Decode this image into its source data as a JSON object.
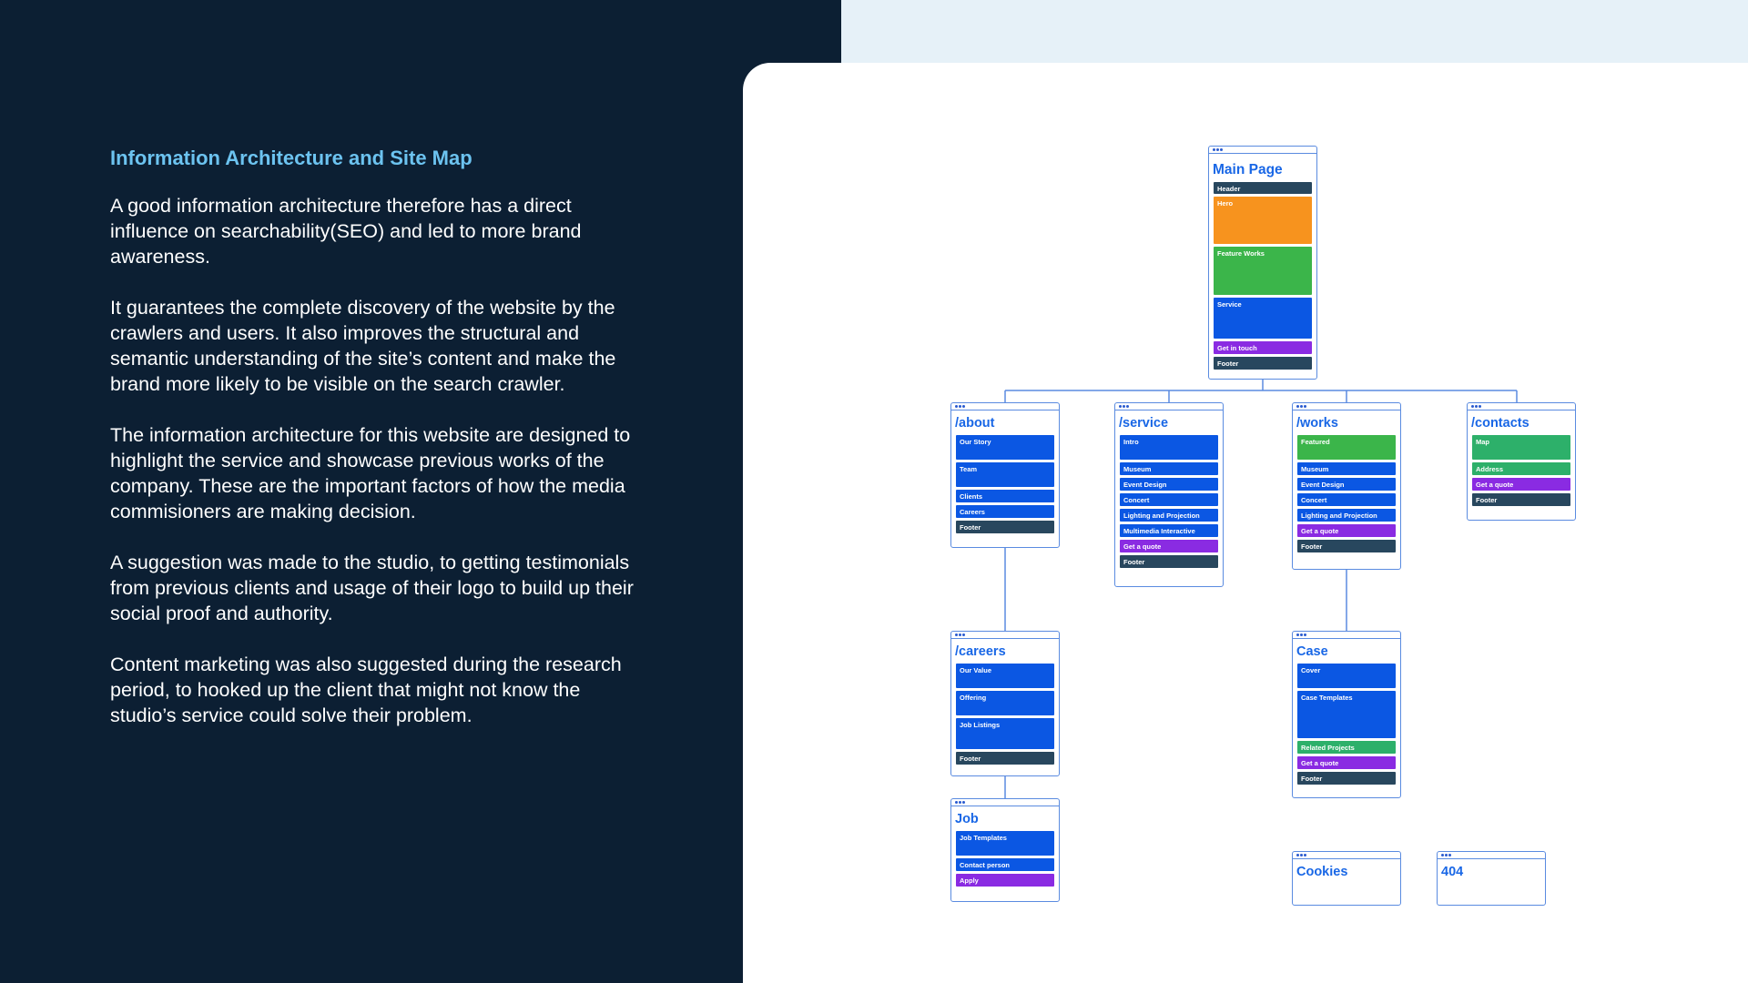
{
  "heading": "Information Architecture and Site Map",
  "paragraphs": [
    "A good information architecture therefore has a direct influence on searchability(SEO) and led to more brand awareness.",
    "It guarantees the complete discovery of the website by the crawlers and users. It also improves the structural and semantic understanding of the site’s content and make the brand more likely to be visible on the search crawler.",
    "The information architecture for this website are designed to highlight the service and showcase previous works of the company. These are the important factors of how the media commisioners are making decision.",
    "A suggestion was made to the studio, to getting testimonials from previous clients and usage of their logo to build up their social proof and authority.",
    "Content marketing was also suggested during the research period, to hooked up the client that might not know the studio’s service could solve their problem."
  ],
  "colors": {
    "navy": "#28475e",
    "blue": "#0b57e3",
    "orange": "#f7931e",
    "green": "#3bb54a",
    "teal": "#2db06a",
    "purple": "#8a2be2"
  },
  "sitemap": {
    "main": {
      "title": "Main Page",
      "blocks": [
        {
          "label": "Header",
          "color": "navy"
        },
        {
          "label": "Hero",
          "color": "orange"
        },
        {
          "label": "Feature Works",
          "color": "green"
        },
        {
          "label": "Service",
          "color": "blue"
        },
        {
          "label": "Get in touch",
          "color": "purple"
        },
        {
          "label": "Footer",
          "color": "navy"
        }
      ]
    },
    "about": {
      "title": "/about",
      "blocks": [
        {
          "label": "Our Story",
          "color": "blue"
        },
        {
          "label": "Team",
          "color": "blue"
        },
        {
          "label": "Clients",
          "color": "blue"
        },
        {
          "label": "Careers",
          "color": "blue"
        },
        {
          "label": "Footer",
          "color": "navy"
        }
      ]
    },
    "service": {
      "title": "/service",
      "blocks": [
        {
          "label": "Intro",
          "color": "blue"
        },
        {
          "label": "Museum",
          "color": "blue"
        },
        {
          "label": "Event Design",
          "color": "blue"
        },
        {
          "label": "Concert",
          "color": "blue"
        },
        {
          "label": "Lighting and Projection",
          "color": "blue"
        },
        {
          "label": "Multimedia Interactive",
          "color": "blue"
        },
        {
          "label": "Get a quote",
          "color": "purple"
        },
        {
          "label": "Footer",
          "color": "navy"
        }
      ]
    },
    "works": {
      "title": "/works",
      "blocks": [
        {
          "label": "Featured",
          "color": "green"
        },
        {
          "label": "Museum",
          "color": "blue"
        },
        {
          "label": "Event Design",
          "color": "blue"
        },
        {
          "label": "Concert",
          "color": "blue"
        },
        {
          "label": "Lighting and Projection",
          "color": "blue"
        },
        {
          "label": "Get a quote",
          "color": "purple"
        },
        {
          "label": "Footer",
          "color": "navy"
        }
      ]
    },
    "contacts": {
      "title": "/contacts",
      "blocks": [
        {
          "label": "Map",
          "color": "teal"
        },
        {
          "label": "Address",
          "color": "teal"
        },
        {
          "label": "Get a quote",
          "color": "purple"
        },
        {
          "label": "Footer",
          "color": "navy"
        }
      ]
    },
    "careers": {
      "title": "/careers",
      "blocks": [
        {
          "label": "Our Value",
          "color": "blue"
        },
        {
          "label": "Offering",
          "color": "blue"
        },
        {
          "label": "Job Listings",
          "color": "blue"
        },
        {
          "label": "Footer",
          "color": "navy"
        }
      ]
    },
    "case": {
      "title": "Case",
      "blocks": [
        {
          "label": "Cover",
          "color": "blue"
        },
        {
          "label": "Case Templates",
          "color": "blue"
        },
        {
          "label": "Related Projects",
          "color": "teal"
        },
        {
          "label": "Get a quote",
          "color": "purple"
        },
        {
          "label": "Footer",
          "color": "navy"
        }
      ]
    },
    "job": {
      "title": "Job",
      "blocks": [
        {
          "label": "Job Templates",
          "color": "blue"
        },
        {
          "label": "Contact person",
          "color": "blue"
        },
        {
          "label": "Apply",
          "color": "purple"
        }
      ]
    },
    "cookies": {
      "title": "Cookies",
      "blocks": []
    },
    "notfound": {
      "title": "404",
      "blocks": []
    }
  }
}
